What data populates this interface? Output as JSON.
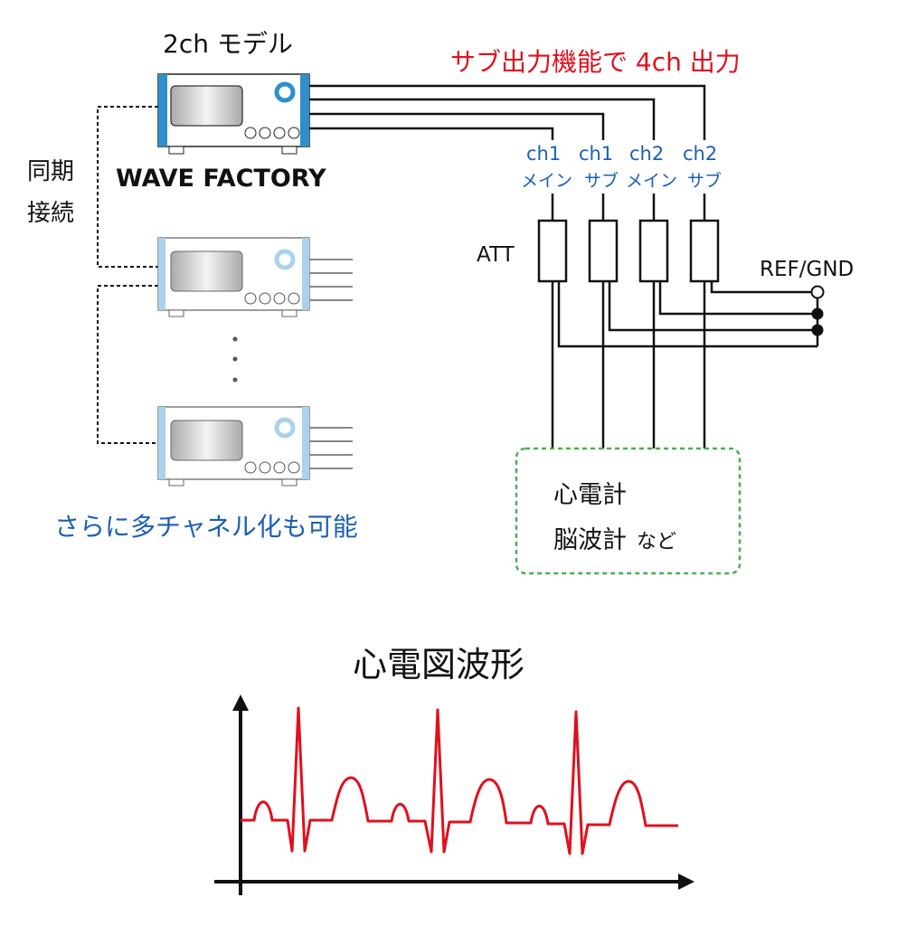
{
  "device_top": {
    "title": "2ch モデル",
    "brand": "WAVE FACTORY"
  },
  "headline": "サブ出力機能で 4ch 出力",
  "sync_label": [
    "同期",
    "接続"
  ],
  "channels": [
    {
      "ch": "ch1",
      "type": "メイン"
    },
    {
      "ch": "ch1",
      "type": "サブ"
    },
    {
      "ch": "ch2",
      "type": "メイン"
    },
    {
      "ch": "ch2",
      "type": "サブ"
    }
  ],
  "att_label": "ATT",
  "ref_label": "REF/GND",
  "multi_channel_note": "さらに多チャネル化も可能",
  "instruments": {
    "line1": "心電計",
    "line2": "脳波計",
    "suffix": "など"
  },
  "ecg_title": "心電図波形",
  "colors": {
    "blue": "#1a5fb4",
    "red": "#e0101c",
    "green": "#4caf50",
    "device_blue": "#2f8fc8",
    "device_light": "#a9d3ea"
  }
}
